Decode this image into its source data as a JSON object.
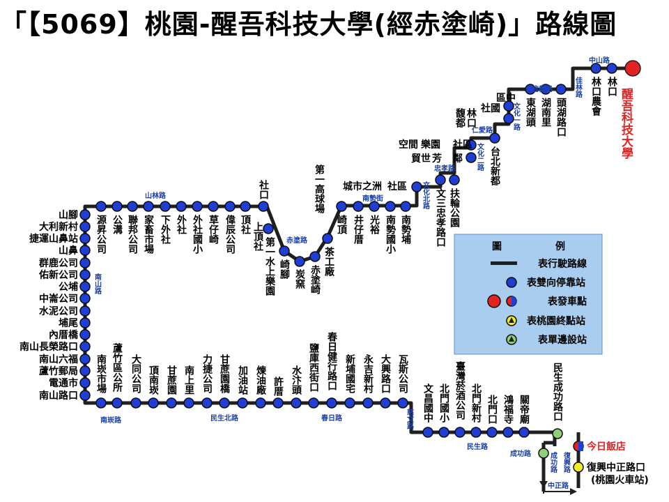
{
  "title": "「【5069】桃園-醒吾科技大學(經赤塗崎)」路線圖",
  "origin": "醒吾科技大學",
  "legend": {
    "header_left": "圖",
    "header_right": "例",
    "items": [
      "表行駛路線",
      "表雙向停靠站",
      "表發車點",
      "表桃園終點站",
      "表單邊設站"
    ]
  },
  "stops": {
    "top_row": [
      "林口",
      "林口農會"
    ],
    "row2": [
      "頭湖路口",
      "湖南里",
      "東湖頭",
      "區中",
      "社國",
      "馥都",
      "林口"
    ],
    "row3": [
      "台北新都",
      "社區",
      "鄰",
      "樂園",
      "芳",
      "空間",
      "貿",
      "世"
    ],
    "row4": [
      "扶輪公園",
      "文三忠孝路口",
      "社區",
      "城市之洲"
    ],
    "row5": [
      "南勢埔",
      "南勢國小",
      "光裕",
      "井仔厝",
      "崎頂",
      "第一高球場"
    ],
    "mid": [
      "茶工廠",
      "赤塗崎",
      "炭窯",
      "崎腳",
      "第一水上樂園",
      "上頂社",
      "社口"
    ],
    "row6": [
      "頂社",
      "偉辰公司",
      "草仔崎",
      "外社國小",
      "外社",
      "下外社",
      "家畜市場",
      "聯邦公司",
      "公溝",
      "源昇公司"
    ],
    "left_col": [
      "山腳",
      "大利新村",
      "捷運山鼻站",
      "山鼻",
      "群鹿公司",
      "佑新公司",
      "公埔",
      "中崙公司",
      "水泥公司",
      "埔尾",
      "內厝橋",
      "南山長榮路口",
      "南山六福",
      "蘆竹郵局",
      "電通市",
      "南山路口"
    ],
    "bottom": [
      "南崁市場",
      "蘆竹區公所",
      "大同公司",
      "頂南崁",
      "甘蔗園",
      "南上里",
      "力捷公司",
      "甘蔗園橋",
      "加油站",
      "煉油廠",
      "許厝",
      "水汴頭",
      "鹽庫西街口",
      "春日健行路口",
      "新埔國宅",
      "永吉新村",
      "大興路口",
      "瓦斯公司",
      "文昌國中",
      "北門國小",
      "臺灣菸酒公司",
      "北門新村",
      "北門口",
      "鴻福寺",
      "關帝廟",
      "民生成功路口"
    ],
    "end": [
      "今日飯店",
      "復興中正路口",
      "(桃園火車站)"
    ]
  },
  "roads": [
    "中山路",
    "佳林路",
    "信義路",
    "文化一路",
    "仁愛路",
    "文化二路",
    "忠孝路",
    "文化北路",
    "南勢街",
    "赤塗路",
    "山林路",
    "南山路",
    "南崁路",
    "民生北路",
    "春日路",
    "慈文路",
    "民生路",
    "成功路",
    "成功路",
    "復興路",
    "中正路"
  ],
  "colors": {
    "route": "#1f1f1f",
    "stop_fill": "#1f3fd4",
    "origin": "#e32222",
    "terminal": "#f1ea2d",
    "single_side": "#8fcf7a",
    "legend_bg": "#a9cdef",
    "road_text": "#1a3fa8"
  }
}
